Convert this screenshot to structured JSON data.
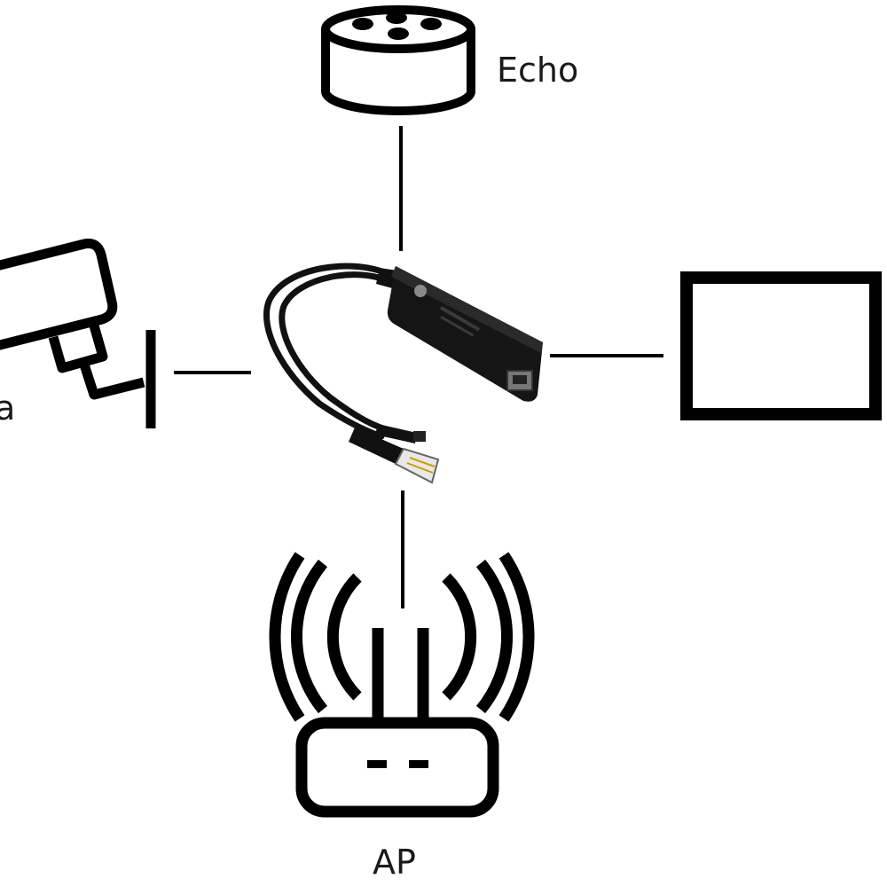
{
  "labels": {
    "echo": "Echo",
    "ap": "AP",
    "camera_partial": "a"
  },
  "icons": {
    "top": "smart-speaker-icon",
    "left": "security-camera-icon",
    "right": "tablet-display-icon",
    "bottom": "wireless-access-point-icon",
    "center": "poe-splitter-adapter-image"
  },
  "colors": {
    "stroke": "#000000",
    "background": "#ffffff",
    "device_body": "#111111"
  }
}
